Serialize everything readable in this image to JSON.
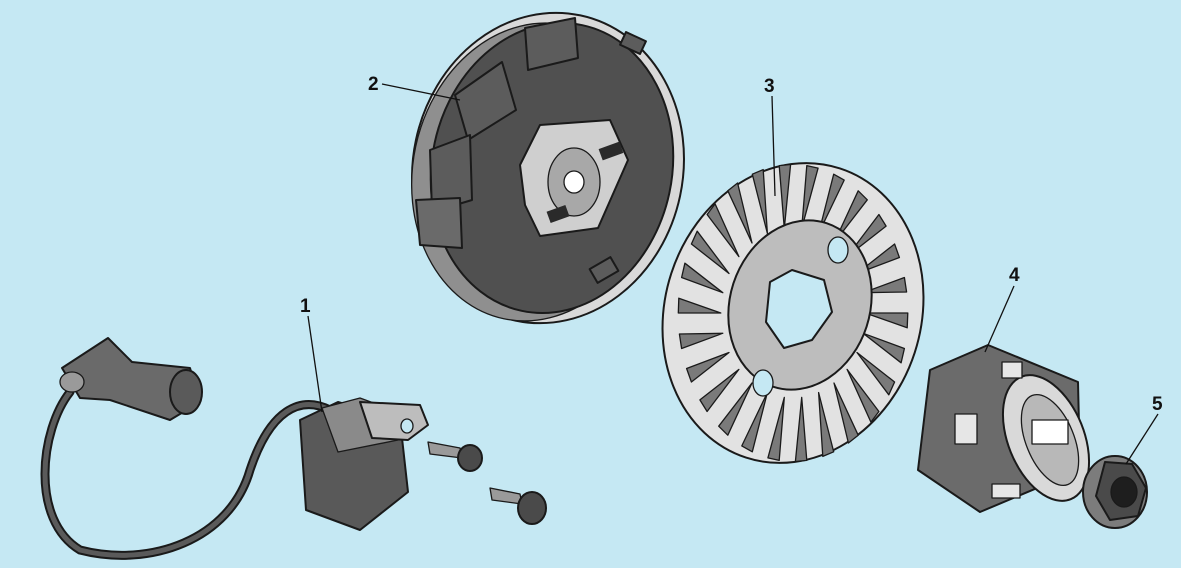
{
  "diagram": {
    "background": "#c5e8f3",
    "parts": [
      {
        "label": "1",
        "part": "ignition-coil"
      },
      {
        "label": "2",
        "part": "flywheel"
      },
      {
        "label": "3",
        "part": "fan"
      },
      {
        "label": "4",
        "part": "starter-cup"
      },
      {
        "label": "5",
        "part": "flange-nut"
      }
    ],
    "colors": {
      "dark": "#4a4a4a",
      "mid": "#8a8a8a",
      "light": "#d4d4d4",
      "outline": "#1a1a1a"
    }
  }
}
